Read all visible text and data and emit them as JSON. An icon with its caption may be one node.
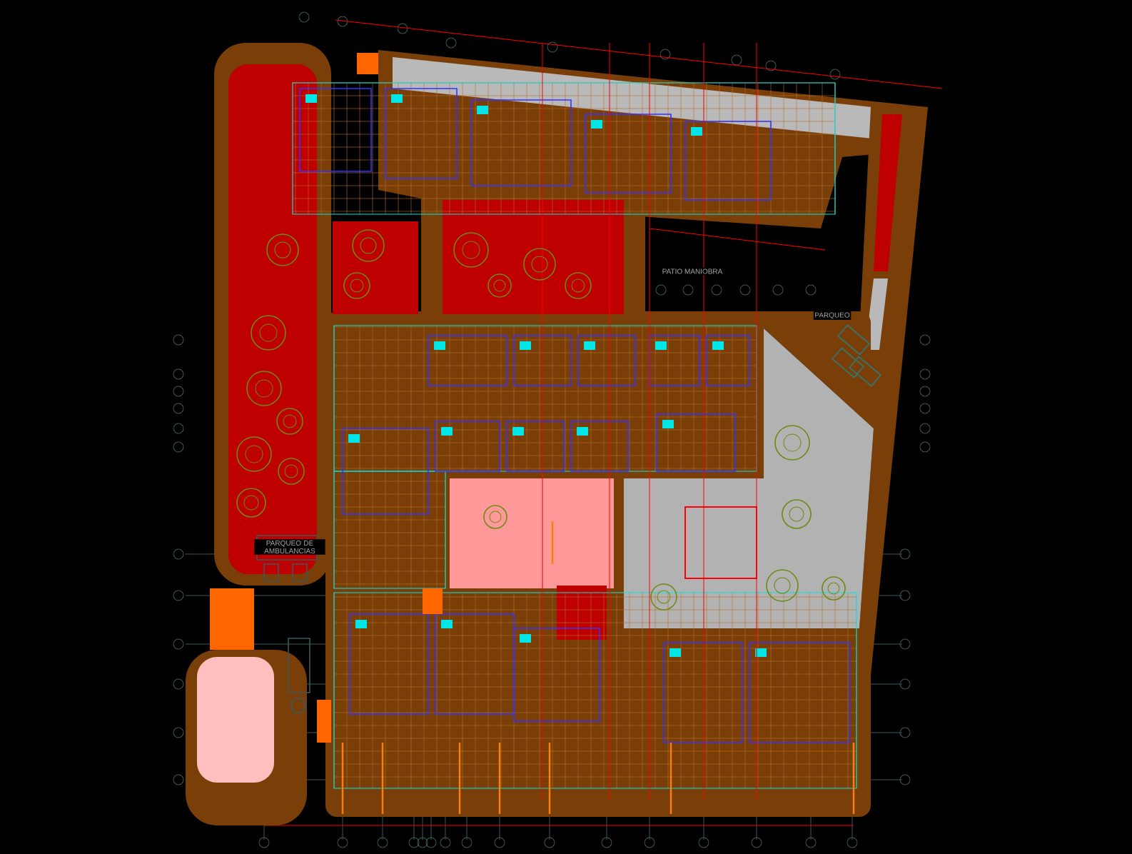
{
  "diagram": {
    "labels": [
      "PATIO MANIOBRA",
      "PARQUEO",
      "PARQUEO DE AMBULANCIAS"
    ]
  }
}
